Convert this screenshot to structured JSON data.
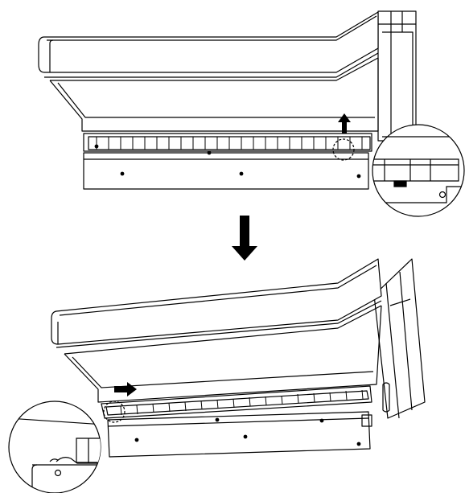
{
  "diagram": {
    "steps": [
      {
        "id": "step-1",
        "arrow": "up-arrow",
        "callout": "detail-zoom-latch-lift"
      },
      {
        "id": "step-2",
        "arrow": "right-arrow",
        "callout": "detail-zoom-hinge-slide"
      }
    ],
    "transition_arrow": "down-arrow",
    "colors": {
      "stroke": "#000000",
      "fill": "#ffffff",
      "arrow": "#000000"
    }
  }
}
